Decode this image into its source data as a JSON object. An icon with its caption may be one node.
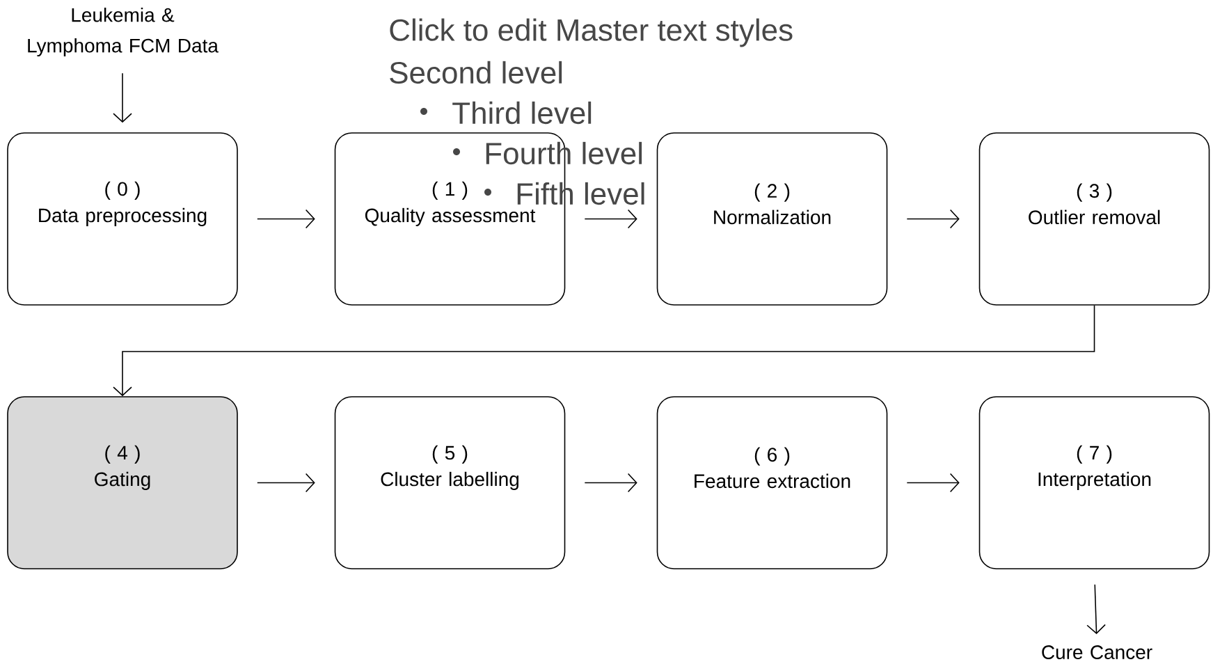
{
  "diagram": {
    "nodes": [
      {
        "text": [
          "Leukemia & Lymphoma FCM Data"
        ]
      },
      {
        "text": [
          "( 0 )",
          "Data preprocessing"
        ]
      },
      {
        "text": [
          "( 1 )",
          "Quality assessment"
        ]
      },
      {
        "text": [
          "( 2 )",
          "Normalization"
        ]
      },
      {
        "text": [
          "( 3 )",
          "Outlier removal"
        ]
      },
      {
        "text": [
          "( 4 )",
          "Gating"
        ]
      },
      {
        "text": [
          "( 5 )",
          "Cluster labelling"
        ]
      },
      {
        "text": [
          "( 6 )",
          "Feature extraction"
        ]
      },
      {
        "text": [
          "( 7 )",
          "Interpretation"
        ]
      },
      {
        "text": [
          "Cure Cancer"
        ]
      }
    ],
    "edges": [
      {
        "from": 0,
        "to": 1,
        "arrow": "to"
      },
      {
        "from": 1,
        "to": 2,
        "arrow": "to"
      },
      {
        "from": 2,
        "to": 3,
        "arrow": "to"
      },
      {
        "from": 3,
        "to": 4,
        "arrow": "to"
      },
      {
        "from": 4,
        "to": 5,
        "arrow": "to"
      },
      {
        "from": 5,
        "to": 6,
        "arrow": "to"
      },
      {
        "from": 6,
        "to": 7,
        "arrow": "to"
      },
      {
        "from": 7,
        "to": 8,
        "arrow": "to"
      },
      {
        "from": 8,
        "to": 9,
        "arrow": "to"
      }
    ],
    "labels": [
      "Click to edit Master text styles",
      "Second level",
      "Third level",
      "Fourth level",
      "Fifth level"
    ]
  }
}
